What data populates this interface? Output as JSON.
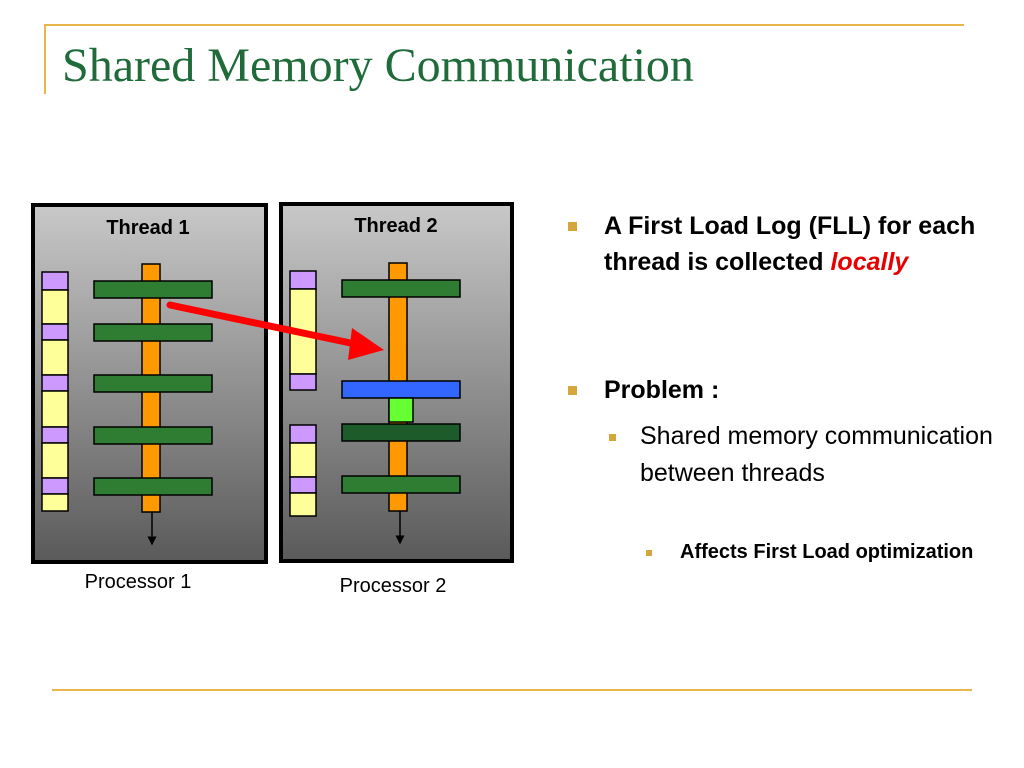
{
  "slide": {
    "title": "Shared Memory Communication"
  },
  "diagram": {
    "panels": [
      {
        "thread_label": "Thread 1",
        "processor_label": "Processor 1"
      },
      {
        "thread_label": "Thread 2",
        "processor_label": "Processor 2"
      }
    ]
  },
  "bullets": {
    "item1": {
      "text": "A First Load Log (FLL) for each thread is collected",
      "emphasis": "locally"
    },
    "item2": {
      "text": "Problem :",
      "sub": {
        "text": "Shared memory communication between threads",
        "sub": {
          "text": "Affects First Load optimization"
        }
      }
    }
  },
  "colors": {
    "title": "#1f6b3a",
    "accent_line": "#e8b64a",
    "bullet_marker": "#d4a63b",
    "emphasis": "#e60000",
    "thread_spine": "#ff9900",
    "instruction_bar": "#2f7d32",
    "shared_write": "#3366ff",
    "shared_read": "#66ff33",
    "log_entry": "#ffff99",
    "log_separator": "#cc99ff",
    "arrow": "#ff0000"
  }
}
